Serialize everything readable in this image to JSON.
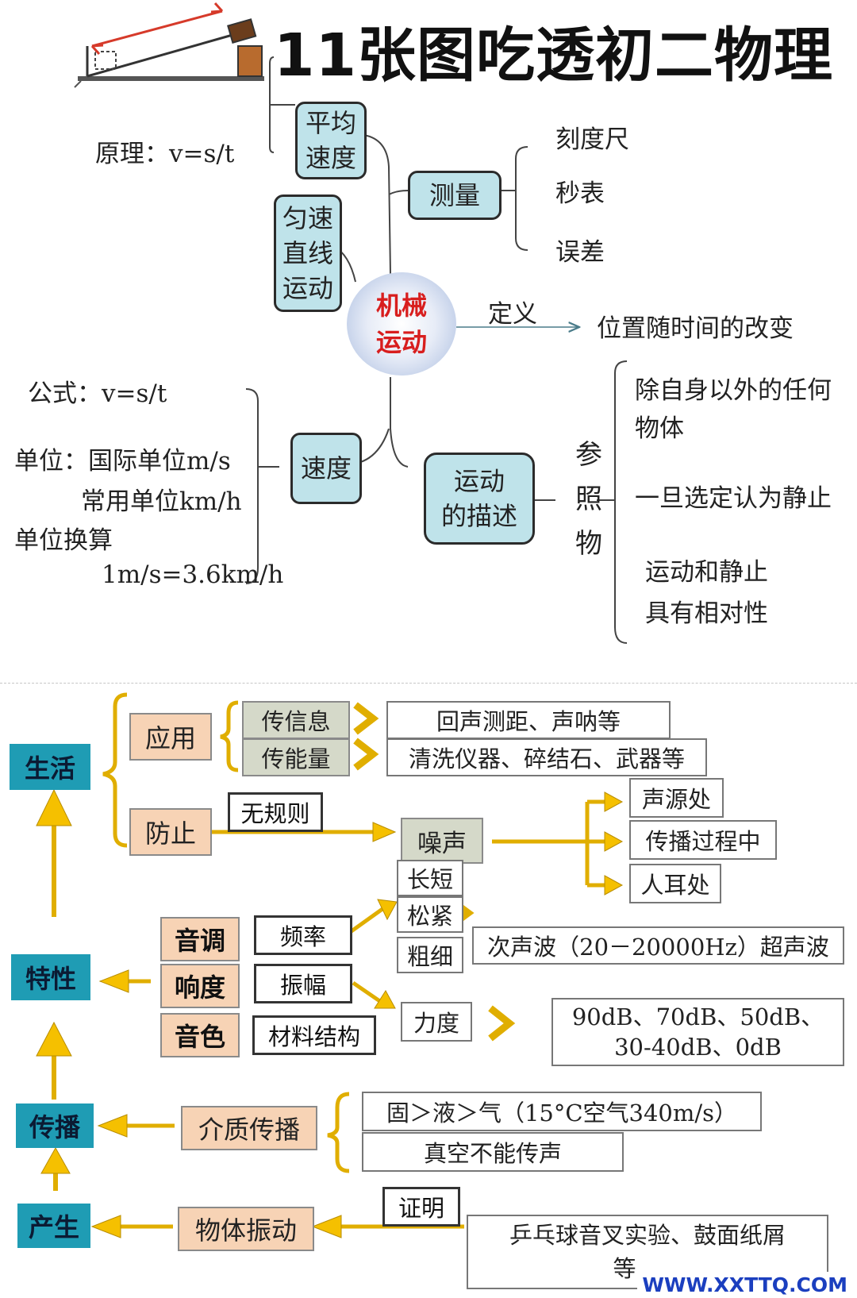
{
  "title": "11张图吃透初二物理",
  "top": {
    "center": [
      "机械",
      "运动"
    ],
    "avg_speed": [
      "平均",
      "速度"
    ],
    "principle": "原理：v=s/t",
    "measure": "测量",
    "measure_items": [
      "刻度尺",
      "秒表",
      "误差"
    ],
    "uniform_motion": [
      "匀速",
      "直线",
      "运动"
    ],
    "definition_label": "定义",
    "definition_text": "位置随时间的改变",
    "speed": "速度",
    "speed_formula": "公式：v=s/t",
    "unit_intl": "单位：国际单位m/s",
    "unit_common": "常用单位km/h",
    "unit_convert": "单位换算",
    "unit_convert_value": "1m/s=3.6km/h",
    "description": [
      "运动",
      "的描述"
    ],
    "reference": [
      "参",
      "照",
      "物"
    ],
    "ref_item1": [
      "除自身以外的任何",
      "物体"
    ],
    "ref_item2": "一旦选定认为静止",
    "ref_item3": [
      "运动和静止",
      "具有相对性"
    ]
  },
  "bottom": {
    "life": "生活",
    "characteristics": "特性",
    "propagation": "传播",
    "production": "产生",
    "application": "应用",
    "prevention": "防止",
    "transmit_info": "传信息",
    "transmit_energy": "传能量",
    "info_examples": "回声测距、声呐等",
    "energy_examples": "清洗仪器、碎结石、武器等",
    "irregular": "无规则",
    "noise": "噪声",
    "noise_source": "声源处",
    "noise_path": "传播过程中",
    "noise_ear": "人耳处",
    "pitch": "音调",
    "loudness": "响度",
    "timbre": "音色",
    "frequency": "频率",
    "amplitude": "振幅",
    "material": "材料结构",
    "length": "长短",
    "tightness": "松紧",
    "thickness": "粗细",
    "ultrasound": "次声波（20－20000Hz）超声波",
    "force": "力度",
    "db_line1": "90dB、70dB、50dB、",
    "db_line2": "30-40dB、0dB",
    "medium": "介质传播",
    "speed_order": "固＞液＞气（15°C空气340m/s）",
    "vacuum": "真空不能传声",
    "vibration": "物体振动",
    "proof": "证明",
    "experiments_line1": "乒乓球音叉实验、鼓面纸屑",
    "experiments_line2": "等……"
  },
  "watermark": "WWW.XXTTQ.COM",
  "colors": {
    "header_blue": "#1f9cb4",
    "peach": "#f7d3b5",
    "arrow_gold": "#f5c000",
    "topic_blue": "#bfe3ea",
    "center_red": "#d81e1e"
  }
}
